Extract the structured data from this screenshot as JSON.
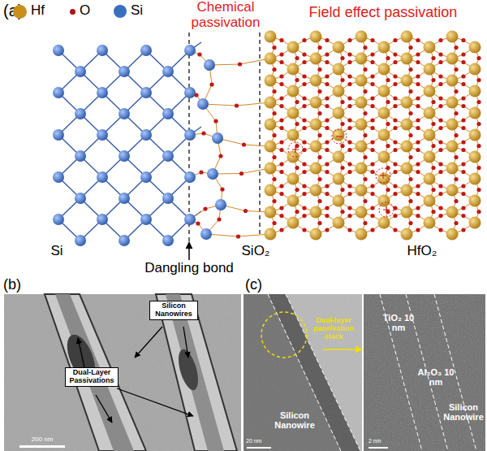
{
  "diagram": {
    "nodes": [
      {
        "text": [
          "Silicon Nanowires"
        ]
      },
      {
        "text": [
          "Dual-Layer Passivations"
        ]
      }
    ],
    "labels": [
      "(a)",
      "Chemical passivation",
      "Field effect passivation",
      "Si",
      "SiO₂",
      "HfO₂",
      "Dangling bond",
      "(b)",
      "200 nm",
      "(c)",
      "Dual-layer passivation stack",
      "20 nm",
      "TiO₂ 10 nm",
      "Al₂O₃ 10 nm",
      "Silicon Nanowire",
      "Silicon Nanowire",
      "2 nm"
    ],
    "legend": [
      {
        "text": "Hf",
        "color": "#c8901a"
      },
      {
        "text": "O",
        "color": "#b01010"
      },
      {
        "text": "Si",
        "color": "#3a6fc0"
      }
    ]
  }
}
